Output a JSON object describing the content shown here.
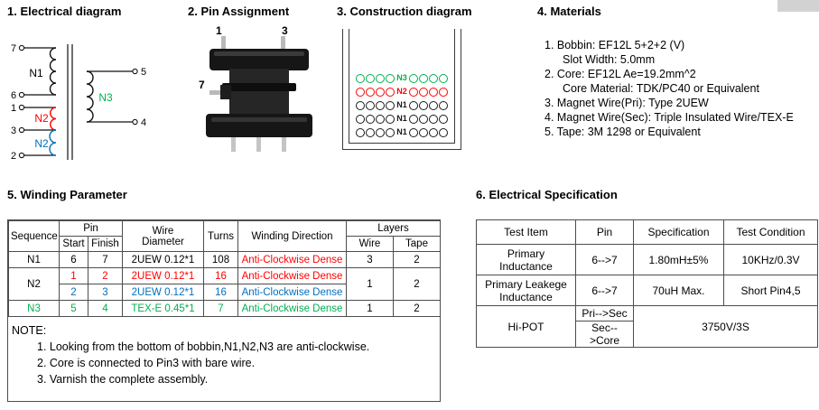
{
  "sections": {
    "electrical": {
      "title": "1. Electrical diagram",
      "pins_left": [
        "7",
        "6",
        "1",
        "3",
        "2"
      ],
      "pins_right": [
        "5",
        "4"
      ],
      "winding_labels": [
        {
          "text": "N1",
          "color": "#000000"
        },
        {
          "text": "N2",
          "color": "#FF0000"
        },
        {
          "text": "N2",
          "color": "#0070C0"
        },
        {
          "text": "N3",
          "color": "#00B050"
        }
      ],
      "coil_colors": {
        "n1": "#111111",
        "n2a": "#FF0000",
        "n2b": "#0070C0",
        "n3": "#111111"
      }
    },
    "pin_assignment": {
      "title": "2. Pin Assignment",
      "pin_labels": [
        "1",
        "3",
        "7"
      ]
    },
    "construction": {
      "title": "3. Construction diagram",
      "layers": [
        {
          "label": "N3",
          "color": "#00B050"
        },
        {
          "label": "N2",
          "color": "#FF0000"
        },
        {
          "label": "N1",
          "color": "#1a1a1a"
        },
        {
          "label": "N1",
          "color": "#1a1a1a"
        },
        {
          "label": "N1",
          "color": "#1a1a1a"
        }
      ]
    },
    "materials": {
      "title": "4. Materials",
      "lines": [
        {
          "text": "1. Bobbin:  EF12L 5+2+2 (V)"
        },
        {
          "text": "Slot Width: 5.0mm"
        },
        {
          "text": "2. Core:  EF12L  Ae=19.2mm^2"
        },
        {
          "text": "Core Material: TDK/PC40 or Equivalent"
        },
        {
          "text": "3. Magnet Wire(Pri): Type 2UEW"
        },
        {
          "text": "4. Magnet Wire(Sec): Triple Insulated Wire/TEX-E"
        },
        {
          "text": "5. Tape: 3M 1298 or Equivalent"
        }
      ]
    },
    "winding": {
      "title": "5. Winding Parameter",
      "headers": {
        "sequence": "Sequence",
        "pin": "Pin",
        "start": "Start",
        "finish": "Finish",
        "wire_diameter": "Wire Diameter",
        "turns": "Turns",
        "direction": "Winding Direction",
        "layers": "Layers",
        "wire": "Wire",
        "tape": "Tape"
      },
      "rows": [
        {
          "seq": "N1",
          "seq_color": "#000000",
          "start": "6",
          "finish": "7",
          "pin_color": "#000000",
          "diameter": "2UEW 0.12*1",
          "diameter_color": "#000000",
          "turns": "108",
          "turns_color": "#000000",
          "direction": "Anti-Clockwise Dense",
          "direction_color": "#FF0000",
          "wire": "3",
          "tape": "2"
        },
        {
          "seq": "N2",
          "seq_color": "#000000",
          "start": "1",
          "finish": "2",
          "pin_color": "#FF0000",
          "diameter": "2UEW 0.12*1",
          "diameter_color": "#FF0000",
          "turns": "16",
          "turns_color": "#FF0000",
          "direction": "Anti-Clockwise Dense",
          "direction_color": "#FF0000",
          "wire": "1",
          "tape": "2"
        },
        {
          "start": "2",
          "finish": "3",
          "pin_color": "#0070C0",
          "diameter": "2UEW 0.12*1",
          "diameter_color": "#0070C0",
          "turns": "16",
          "turns_color": "#0070C0",
          "direction": "Anti-Clockwise Dense",
          "direction_color": "#0070C0"
        },
        {
          "seq": "N3",
          "seq_color": "#00B050",
          "start": "5",
          "finish": "4",
          "pin_color": "#00B050",
          "diameter": "TEX-E 0.45*1",
          "diameter_color": "#00B050",
          "turns": "7",
          "turns_color": "#00B050",
          "direction": "Anti-Clockwise Dense",
          "direction_color": "#00B050",
          "wire": "1",
          "tape": "2"
        }
      ],
      "note_label": "NOTE:",
      "notes": [
        "1. Looking from the bottom of bobbin,N1,N2,N3 are anti-clockwise.",
        "2. Core is connected to Pin3 with bare wire.",
        "3. Varnish the complete assembly."
      ]
    },
    "spec": {
      "title": "6. Electrical Specification",
      "headers": {
        "item": "Test Item",
        "pin": "Pin",
        "specification": "Specification",
        "condition": "Test Condition"
      },
      "rows": [
        {
          "item": "Primary Inductance",
          "pin": "6-->7",
          "specification": "1.80mH±5%",
          "condition": "10KHz/0.3V"
        },
        {
          "item": "Primary Leakege Inductance",
          "pin": "6-->7",
          "specification": "70uH Max.",
          "condition": "Short Pin4,5"
        },
        {
          "item": "Hi-POT",
          "pin_top": "Pri-->Sec",
          "pin_bottom": "Sec-->Core",
          "specification": "3750V/3S"
        }
      ]
    }
  }
}
